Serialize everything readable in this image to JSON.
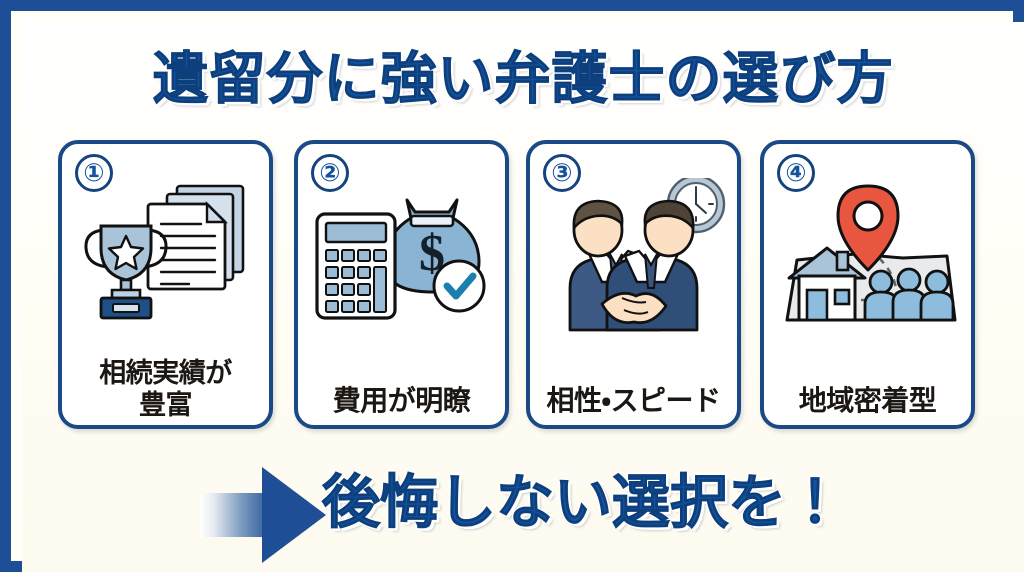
{
  "theme": {
    "frame_color": "#1d4e96",
    "background_color": "#fffef8",
    "title_color": "#14529e",
    "card_border_color": "#1a4a86",
    "badge_color": "#15539f",
    "label_color": "#1d1713",
    "icon_blue": "#8ab4d4",
    "icon_navy": "#1f4f87",
    "pin_red": "#e8563f",
    "arrow_color": "#1d4e96"
  },
  "header": {
    "title": "遺留分に強い弁護士の選び方"
  },
  "cards": [
    {
      "number": "①",
      "icon": "trophy-documents-icon",
      "label_line1": "相続実績が",
      "label_line2": "豊富",
      "label_full": "相続実績が豊富"
    },
    {
      "number": "②",
      "icon": "calculator-moneybag-check-icon",
      "label_line1": "費用が明瞭",
      "label_line2": "",
      "label_full": "費用が明瞭"
    },
    {
      "number": "③",
      "icon": "handshake-clock-icon",
      "label_line1": "相性・スピード",
      "label_line2": "",
      "label_full": "相性・スピード"
    },
    {
      "number": "④",
      "icon": "map-pin-house-people-icon",
      "label_line1": "地域密着型",
      "label_line2": "",
      "label_full": "地域密着型"
    }
  ],
  "footer": {
    "arrow_icon": "right-arrow-icon",
    "tagline": "後悔しない選択を！"
  }
}
